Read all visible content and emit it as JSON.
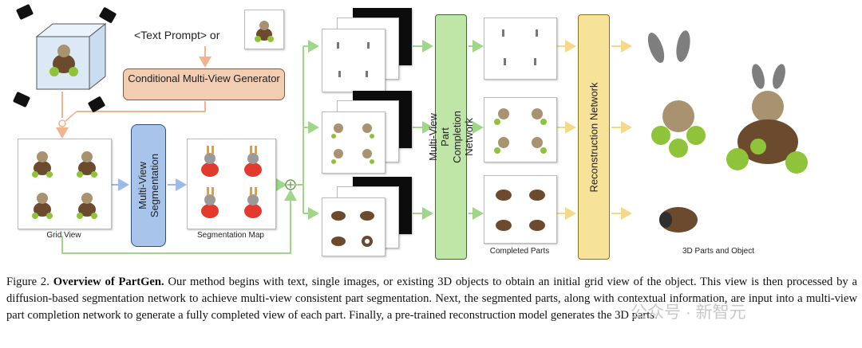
{
  "diagram": {
    "text_prompt": "<Text Prompt> or",
    "generator_label": "Conditional Multi-View Generator",
    "grid_view_label": "Grid View",
    "segmentation_label": "Multi-View Segmentation",
    "segmentation_map_label": "Segmentation Map",
    "completion_label": "Multi-View Part Completion Network",
    "completed_parts_label": "Completed Parts",
    "reconstruction_label": "Reconstruction Network",
    "output_label": "3D Parts and Object",
    "combine_symbol": "⊕"
  },
  "caption": {
    "prefix": "Figure 2. ",
    "title": "Overview of PartGen.",
    "body": " Our method begins with text, single images, or existing 3D objects to obtain an initial grid view of the object. This view is then processed by a diffusion-based segmentation network to achieve multi-view consistent part segmentation. Next, the segmented parts, along with contextual information, are input into a multi-view part completion network to generate a fully completed view of each part. Finally, a pre-trained reconstruction model generates the 3D parts."
  },
  "watermark": "公众号 · 新智元",
  "colors": {
    "generator_fill": "#f3cdb1",
    "segmentation_fill": "#a9c4ea",
    "completion_fill": "#bfe6a6",
    "reconstruction_fill": "#f7e29a",
    "arrow_peach": "#f0b48e",
    "arrow_blue": "#9dbbe4",
    "arrow_green": "#9fd68a",
    "arrow_yellow": "#f5d98a"
  }
}
